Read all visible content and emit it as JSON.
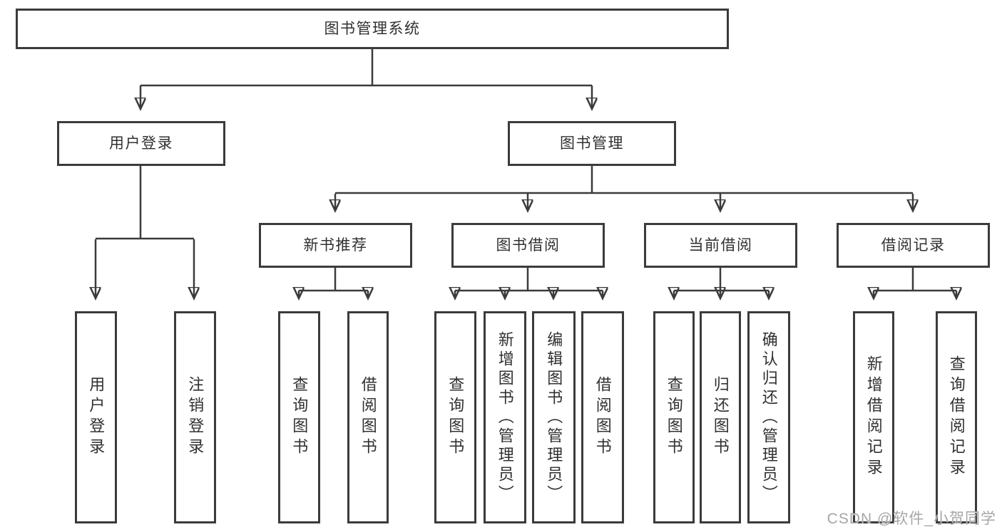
{
  "diagram": {
    "root": {
      "label": "图书管理系统"
    },
    "branches": [
      {
        "label": "用户登录",
        "children": [
          {
            "label": "用户登录"
          },
          {
            "label": "注销登录"
          }
        ]
      },
      {
        "label": "图书管理",
        "children": [
          {
            "label": "新书推荐",
            "children": [
              {
                "label": "查询图书"
              },
              {
                "label": "借阅图书"
              }
            ]
          },
          {
            "label": "图书借阅",
            "children": [
              {
                "label": "查询图书"
              },
              {
                "label": "新增图书（管理员）"
              },
              {
                "label": "编辑图书（管理员）"
              },
              {
                "label": "借阅图书"
              }
            ]
          },
          {
            "label": "当前借阅",
            "children": [
              {
                "label": "查询图书"
              },
              {
                "label": "归还图书"
              },
              {
                "label": "确认归还（管理员）"
              }
            ]
          },
          {
            "label": "借阅记录",
            "children": [
              {
                "label": "新增借阅记录"
              },
              {
                "label": "查询借阅记录"
              }
            ]
          }
        ]
      }
    ]
  },
  "watermark": {
    "text": "CSDN @软件_小贺同学"
  },
  "colors": {
    "line": "#3b3b3b",
    "box_border": "#3b3b3b",
    "box_background": "#ffffff",
    "text": "#303030",
    "watermark": "#a6a6a6",
    "background": "#ffffff"
  }
}
